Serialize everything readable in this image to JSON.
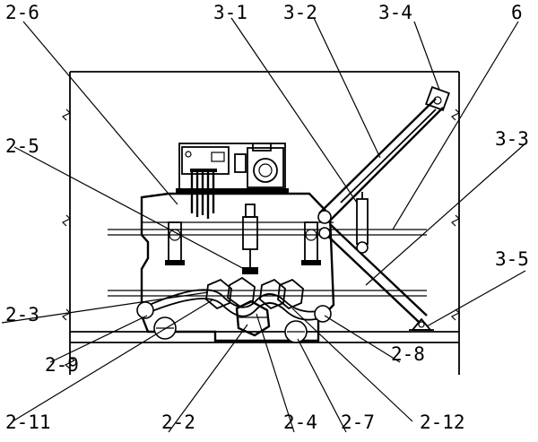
{
  "labels": {
    "l_2_6": "2-6",
    "l_3_1": "3-1",
    "l_3_2": "3-2",
    "l_3_4": "3-4",
    "l_6": "6",
    "l_2_5": "2-5",
    "l_3_3": "3-3",
    "l_3_5": "3-5",
    "l_2_3": "2-3",
    "l_2_8": "2-8",
    "l_2_9": "2-9",
    "l_2_11": "2-11",
    "l_2_2": "2-2",
    "l_2_4": "2-4",
    "l_2_7": "2-7",
    "l_2_12": "2-12"
  }
}
